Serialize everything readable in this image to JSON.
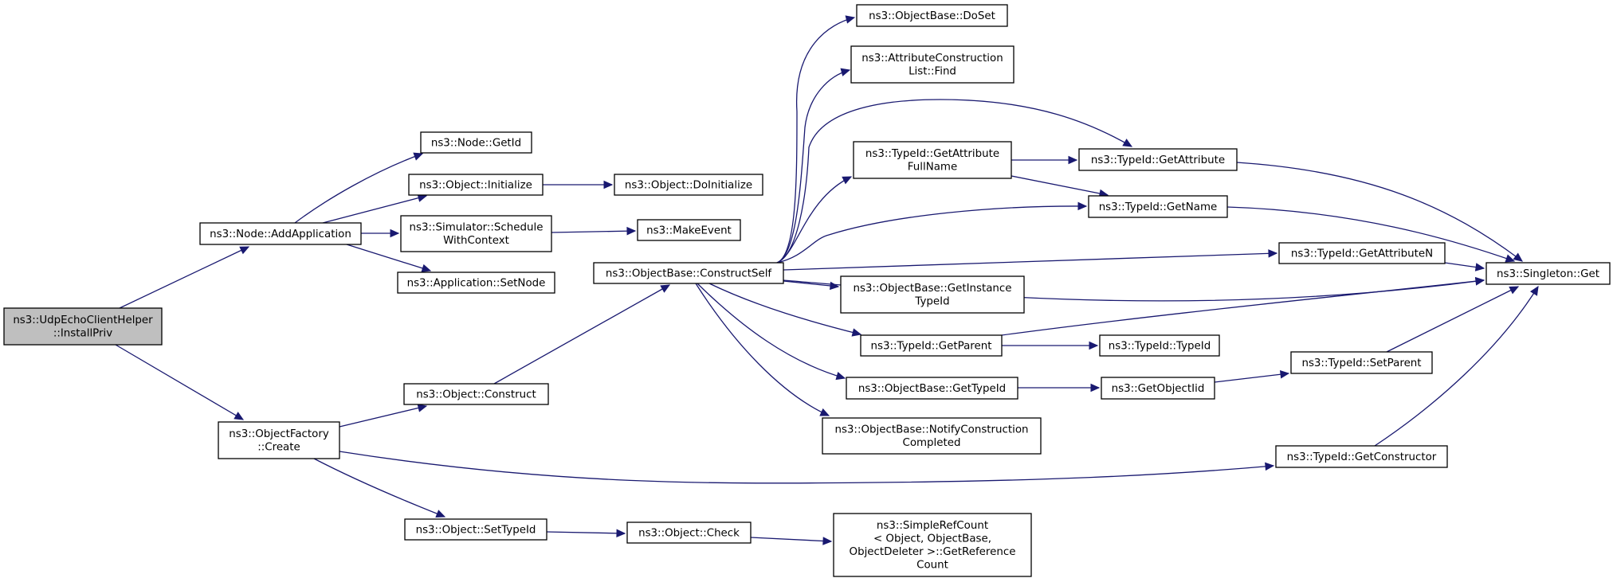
{
  "graph": {
    "edge_color": "#191970",
    "root_fill": "#bfbfbf",
    "nodes": [
      {
        "id": "root",
        "lines": [
          "ns3::UdpEchoClientHelper",
          "::InstallPriv"
        ],
        "root": true
      },
      {
        "id": "addApp",
        "lines": [
          "ns3::Node::AddApplication"
        ]
      },
      {
        "id": "getId",
        "lines": [
          "ns3::Node::GetId"
        ]
      },
      {
        "id": "objInit",
        "lines": [
          "ns3::Object::Initialize"
        ]
      },
      {
        "id": "doInit",
        "lines": [
          "ns3::Object::DoInitialize"
        ]
      },
      {
        "id": "schedCtx",
        "lines": [
          "ns3::Simulator::Schedule",
          "WithContext"
        ]
      },
      {
        "id": "makeEvent",
        "lines": [
          "ns3::MakeEvent"
        ]
      },
      {
        "id": "setNode",
        "lines": [
          "ns3::Application::SetNode"
        ]
      },
      {
        "id": "ofCreate",
        "lines": [
          "ns3::ObjectFactory",
          "::Create"
        ]
      },
      {
        "id": "objConstruct",
        "lines": [
          "ns3::Object::Construct"
        ]
      },
      {
        "id": "constructSelf",
        "lines": [
          "ns3::ObjectBase::ConstructSelf"
        ]
      },
      {
        "id": "doSet",
        "lines": [
          "ns3::ObjectBase::DoSet"
        ]
      },
      {
        "id": "acFind",
        "lines": [
          "ns3::AttributeConstruction",
          "List::Find"
        ]
      },
      {
        "id": "getAttrFull",
        "lines": [
          "ns3::TypeId::GetAttribute",
          "FullName"
        ]
      },
      {
        "id": "getAttr",
        "lines": [
          "ns3::TypeId::GetAttribute"
        ]
      },
      {
        "id": "getName",
        "lines": [
          "ns3::TypeId::GetName"
        ]
      },
      {
        "id": "getAttrN",
        "lines": [
          "ns3::TypeId::GetAttributeN"
        ]
      },
      {
        "id": "singletonGet",
        "lines": [
          "ns3::Singleton::Get"
        ]
      },
      {
        "id": "getInstTid",
        "lines": [
          "ns3::ObjectBase::GetInstance",
          "TypeId"
        ]
      },
      {
        "id": "getParent",
        "lines": [
          "ns3::TypeId::GetParent"
        ]
      },
      {
        "id": "typeIdCtor",
        "lines": [
          "ns3::TypeId::TypeId"
        ]
      },
      {
        "id": "getTypeId",
        "lines": [
          "ns3::ObjectBase::GetTypeId"
        ]
      },
      {
        "id": "getObjIid",
        "lines": [
          "ns3::GetObjectIid"
        ]
      },
      {
        "id": "setParent",
        "lines": [
          "ns3::TypeId::SetParent"
        ]
      },
      {
        "id": "notifyCC",
        "lines": [
          "ns3::ObjectBase::NotifyConstruction",
          "Completed"
        ]
      },
      {
        "id": "getConstructor",
        "lines": [
          "ns3::TypeId::GetConstructor"
        ]
      },
      {
        "id": "setTypeId",
        "lines": [
          "ns3::Object::SetTypeId"
        ]
      },
      {
        "id": "objCheck",
        "lines": [
          "ns3::Object::Check"
        ]
      },
      {
        "id": "srcGetRef",
        "lines": [
          "ns3::SimpleRefCount",
          "< Object, ObjectBase,",
          " ObjectDeleter >::GetReference",
          "Count"
        ]
      }
    ],
    "edges": [
      [
        "root",
        "addApp"
      ],
      [
        "root",
        "ofCreate"
      ],
      [
        "addApp",
        "getId"
      ],
      [
        "addApp",
        "objInit"
      ],
      [
        "addApp",
        "schedCtx"
      ],
      [
        "addApp",
        "setNode"
      ],
      [
        "objInit",
        "doInit"
      ],
      [
        "schedCtx",
        "makeEvent"
      ],
      [
        "ofCreate",
        "objConstruct"
      ],
      [
        "ofCreate",
        "getConstructor"
      ],
      [
        "ofCreate",
        "setTypeId"
      ],
      [
        "objConstruct",
        "constructSelf"
      ],
      [
        "constructSelf",
        "doSet"
      ],
      [
        "constructSelf",
        "acFind"
      ],
      [
        "constructSelf",
        "getAttr"
      ],
      [
        "constructSelf",
        "getAttrFull"
      ],
      [
        "constructSelf",
        "getName"
      ],
      [
        "constructSelf",
        "getAttrN"
      ],
      [
        "constructSelf",
        "singletonGet"
      ],
      [
        "constructSelf",
        "getInstTid"
      ],
      [
        "constructSelf",
        "getParent"
      ],
      [
        "constructSelf",
        "getTypeId"
      ],
      [
        "constructSelf",
        "notifyCC"
      ],
      [
        "getAttrFull",
        "getAttr"
      ],
      [
        "getAttrFull",
        "getName"
      ],
      [
        "getAttr",
        "singletonGet"
      ],
      [
        "getName",
        "singletonGet"
      ],
      [
        "getAttrN",
        "singletonGet"
      ],
      [
        "getParent",
        "singletonGet"
      ],
      [
        "getParent",
        "typeIdCtor"
      ],
      [
        "getTypeId",
        "getObjIid"
      ],
      [
        "getObjIid",
        "setParent"
      ],
      [
        "setParent",
        "singletonGet"
      ],
      [
        "getConstructor",
        "singletonGet"
      ],
      [
        "setTypeId",
        "objCheck"
      ],
      [
        "objCheck",
        "srcGetRef"
      ]
    ]
  }
}
